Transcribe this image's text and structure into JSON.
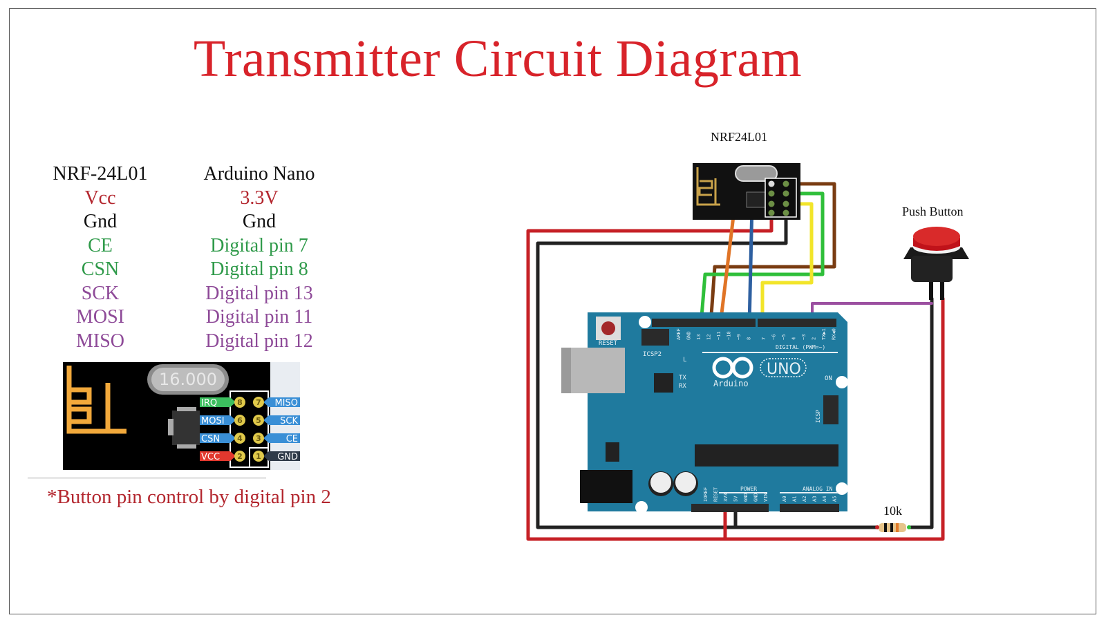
{
  "title": "Transmitter Circuit Diagram",
  "pin_table": {
    "headers": {
      "left": "NRF-24L01",
      "right": "Arduino Nano"
    },
    "rows": [
      {
        "left": "Vcc",
        "right": "3.3V",
        "color": "red"
      },
      {
        "left": "Gnd",
        "right": "Gnd",
        "color": "black"
      },
      {
        "left": "CE",
        "right": "Digital pin 7",
        "color": "green"
      },
      {
        "left": "CSN",
        "right": "Digital pin 8",
        "color": "green"
      },
      {
        "left": "SCK",
        "right": "Digital pin 13",
        "color": "purple"
      },
      {
        "left": "MOSI",
        "right": "Digital pin 11",
        "color": "purple"
      },
      {
        "left": "MISO",
        "right": "Digital pin 12",
        "color": "purple"
      }
    ]
  },
  "module_pinout": {
    "crystal": "16.000",
    "pins": [
      {
        "num": "8",
        "name": "IRQ",
        "side": "left",
        "color": "#3cbf5f"
      },
      {
        "num": "7",
        "name": "MISO",
        "side": "right",
        "color": "#3a8fd6"
      },
      {
        "num": "6",
        "name": "MOSI",
        "side": "left",
        "color": "#3a8fd6"
      },
      {
        "num": "5",
        "name": "SCK",
        "side": "right",
        "color": "#3a8fd6"
      },
      {
        "num": "4",
        "name": "CSN",
        "side": "left",
        "color": "#3a8fd6"
      },
      {
        "num": "3",
        "name": "CE",
        "side": "right",
        "color": "#3a8fd6"
      },
      {
        "num": "2",
        "name": "VCC",
        "side": "left",
        "color": "#e2382e"
      },
      {
        "num": "1",
        "name": "GND",
        "side": "right",
        "color": "#2f3a48"
      }
    ]
  },
  "note": "*Button pin control by digital pin 2",
  "circuit": {
    "labels": {
      "nrf": "NRF24L01",
      "button": "Push Button",
      "resistor": "10k"
    },
    "board": {
      "reset": "RESET",
      "icsp2": "ICSP2",
      "icsp": "ICSP",
      "digital": "DIGITAL (PWM=~)",
      "power": "POWER",
      "analog": "ANALOG IN",
      "brand": "Arduino",
      "model": "UNO",
      "led_l": "L",
      "led_tx": "TX",
      "led_rx": "RX",
      "led_on": "ON",
      "digital_pins": [
        "AREF",
        "GND",
        "13",
        "12",
        "~11",
        "~10",
        "~9",
        "8",
        "7",
        "~6",
        "~5",
        "4",
        "~3",
        "2",
        "TX▶1",
        "RX◀0"
      ],
      "power_pins": [
        "IOREF",
        "RESET",
        "3V3",
        "5V",
        "GND",
        "GND",
        "VIN"
      ],
      "analog_pins": [
        "A0",
        "A1",
        "A2",
        "A3",
        "A4",
        "A5"
      ]
    },
    "wire_colors": {
      "vcc": "#c62026",
      "gnd": "#222222",
      "ce": "#f2e52a",
      "csn": "#2d5fa0",
      "sck": "#2fbf3a",
      "mosi": "#e07426",
      "miso": "#7a3c12",
      "button": "#9b4fa0"
    }
  }
}
